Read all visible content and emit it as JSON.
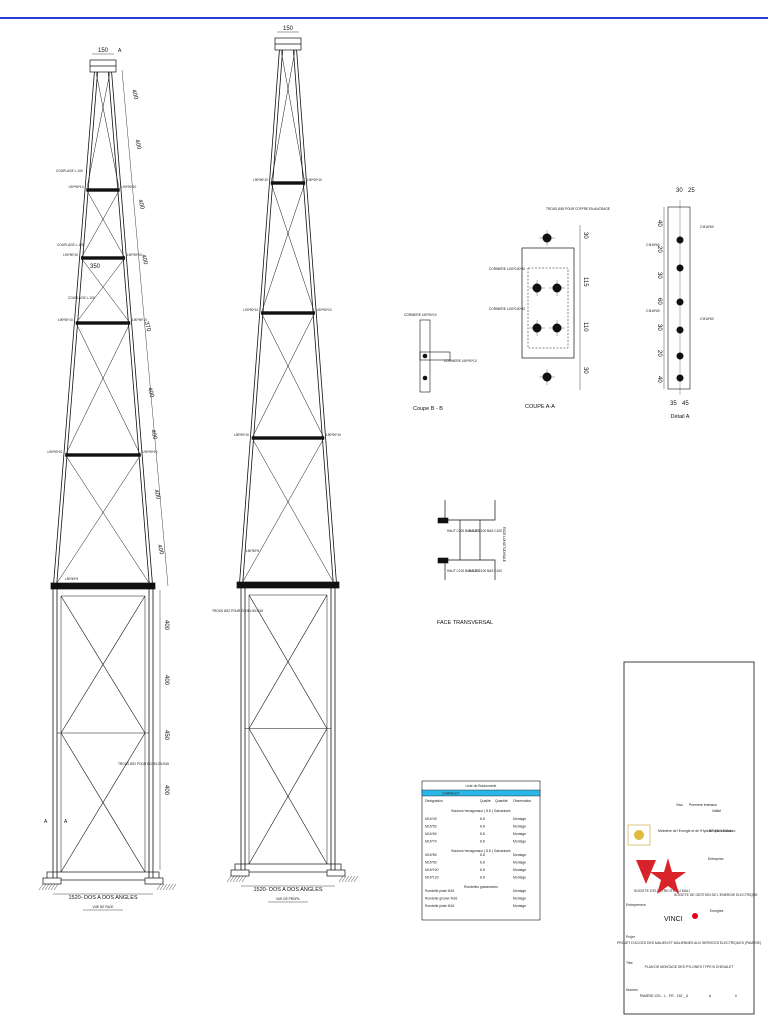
{
  "drawing": {
    "face_view": {
      "caption": "VUE DE FACE",
      "base_label": "1520- DOS A DOS ANGLES",
      "top_width": "150",
      "mid_width": "350",
      "segment_dims": [
        "400",
        "400",
        "400",
        "400",
        "370",
        "400",
        "400",
        "400",
        "400"
      ],
      "lower_dims": [
        "400",
        "400",
        "450",
        "400"
      ],
      "member_label": "L90*90*10",
      "member_label_small": "L50*50*5",
      "coupling_label": "COUPLAGE L-100",
      "hole_note": "TROUS Ø22 POUR ECHELON B16",
      "section_mark": "A"
    },
    "profile_view": {
      "caption": "VUE DE PROFIL",
      "base_label": "1520- DOS A DOS ANGLES",
      "top_width": "150",
      "member_label": "L90*90*10",
      "member_label_small": "L50*50*5",
      "hole_note": "TROUS Ø22 POUR ECHELON B16"
    },
    "detail_a": {
      "caption": "COUPE A-A",
      "hole_note": "TROUS Ø18 POUR COFFRE EN ANCRAGE",
      "dims": [
        "30",
        "115",
        "110",
        "30"
      ],
      "member_label": "CORNIERE L100*100*10"
    },
    "detail_b": {
      "caption": "Coupe B - B",
      "member_label": "CORNIERE L90*90*10"
    },
    "detail_c": {
      "caption": "Détail A",
      "top_dims": [
        "30",
        "25"
      ],
      "bottom_dims": [
        "35",
        "45"
      ],
      "side_dims": [
        "40",
        "20",
        "30",
        "60",
        "30",
        "20",
        "40"
      ],
      "bolt_label": "2 M16*60"
    },
    "face_transversal": {
      "caption": "FACE TRANSVERSAL",
      "side_caption": "FACE LONGITUDINALE",
      "labels": [
        "HAUT C100 BAS C100",
        "HAUT C100 BAS C100",
        "HAUT C100 BAS C100",
        "HAUT C100 BAS C100"
      ]
    }
  },
  "bom": {
    "title": "Liste de Boulonnerie",
    "header_highlight": "CHAVALET",
    "columns": [
      "Désignation",
      "Qualité",
      "Quantité",
      "Observation"
    ],
    "section_1": "Boulons hexagonaux ( 8.8 ) Galvanisés",
    "section_2": "Boulons hexagonaux ( 8.8 ) Galvanisés",
    "section_3": "Rondelles galvanisées",
    "rows": [
      {
        "desig": "M16*40",
        "qual": "8.8",
        "qty": "",
        "obs": "Montage"
      },
      {
        "desig": "M16*50",
        "qual": "8.8",
        "qty": "",
        "obs": "Montage"
      },
      {
        "desig": "M16*60",
        "qual": "8.8",
        "qty": "",
        "obs": "Montage"
      },
      {
        "desig": "M16*70",
        "qual": "8.8",
        "qty": "",
        "obs": "Montage"
      },
      {
        "desig": "M16*80",
        "qual": "8.8",
        "qty": "",
        "obs": "Montage"
      },
      {
        "desig": "M16*90",
        "qual": "8.8",
        "qty": "",
        "obs": "Montage"
      },
      {
        "desig": "M16*100",
        "qual": "8.8",
        "qty": "",
        "obs": "Montage"
      },
      {
        "desig": "M16*120",
        "qual": "8.8",
        "qty": "",
        "obs": "Montage"
      },
      {
        "desig": "Rondelle plate M16",
        "qual": "",
        "qty": "",
        "obs": "Montage"
      },
      {
        "desig": "Rondelle grower M16",
        "qual": "",
        "qty": "",
        "obs": "Montage"
      },
      {
        "desig": "Rondelle plate M16",
        "qual": "",
        "qty": "",
        "obs": "Montage"
      }
    ]
  },
  "title_block": {
    "rev_label": "Visa",
    "rev_date": "Date",
    "rev_desc": "Premiere émission",
    "status": "Validé",
    "maitre_ouvrage": "Ministère de l'Energie et de l'Hydraulique du Mali",
    "mo_address": "BP 1941 Bamako",
    "entreprise": "Entreprise",
    "org_1": "SOCIETE D'ELECTRICITE DU MALI",
    "org_2": "SOCIETE DE GESTION DE L'ENERGIE ELECTRIQUE",
    "contractor_label": "Entrepreneur",
    "contractor": "VINCI",
    "contractor_sub": "Energies",
    "project_label": "Projet",
    "project": "PROJET D'ACCES DES MALIEN ET MALIENNES AUX SERVICES ELECTRIQUES (PAMESE)",
    "title_label": "Titre",
    "title": "PLAN DE MONTAGE DES PYLONES TYPE B CHEVALET",
    "ref_label": "Numéro",
    "ref": "PAMESE-CEL - L - PR - 152 _ A",
    "ref_sheet": "A",
    "ref_rev": "0"
  }
}
